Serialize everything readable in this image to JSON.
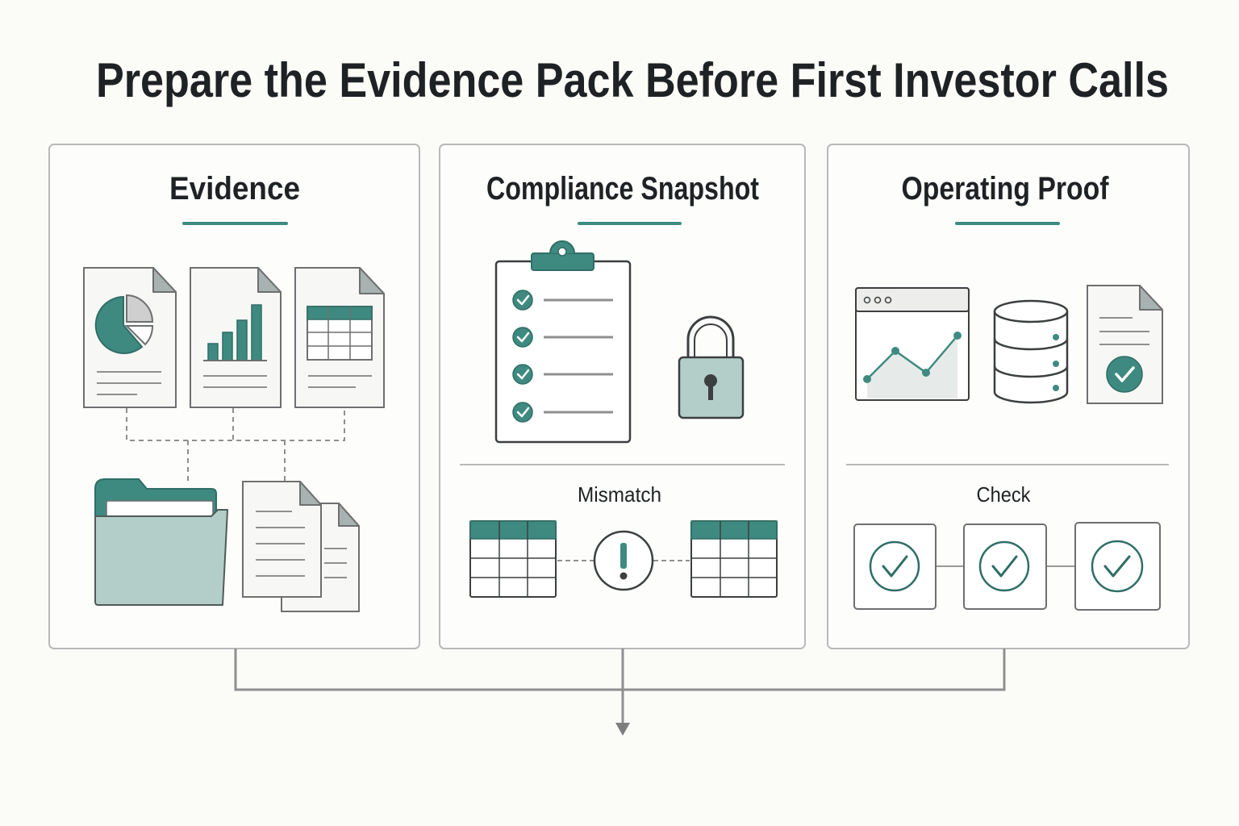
{
  "title": "Prepare the Evidence Pack Before First Investor Calls",
  "colors": {
    "teal": "#3f8a80",
    "teal_light": "#b3cec9",
    "ink": "#1f2224",
    "line_gray": "#8f8f8f",
    "panel_border": "#b9b9b9",
    "background": "#fbfbf8"
  },
  "panels": [
    {
      "title": "Evidence",
      "icons": [
        "pie-chart-document-icon",
        "bar-chart-document-icon",
        "table-document-icon",
        "folder-icon",
        "stacked-documents-icon"
      ]
    },
    {
      "title": "Compliance Snapshot",
      "sub_label": "Mismatch",
      "icons": [
        "checklist-clipboard-icon",
        "padlock-icon",
        "table-icon",
        "alert-icon"
      ]
    },
    {
      "title": "Operating Proof",
      "sub_label": "Check",
      "icons": [
        "line-chart-window-icon",
        "database-icon",
        "verified-document-icon",
        "check-circle-icon"
      ]
    }
  ]
}
